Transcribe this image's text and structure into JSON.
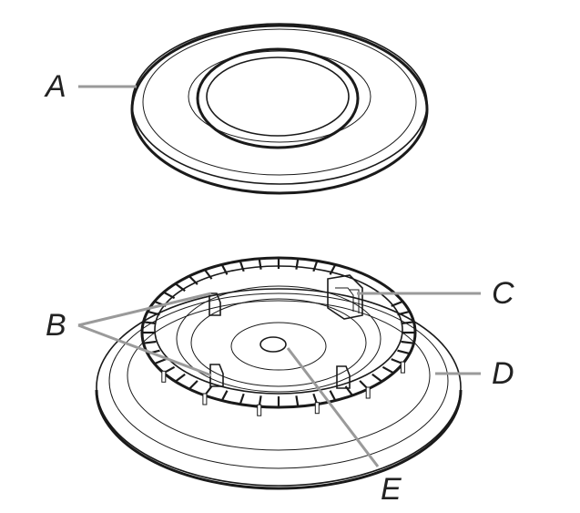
{
  "labels": {
    "a": "A",
    "b": "B",
    "c": "C",
    "d": "D",
    "e": "E"
  },
  "colors": {
    "ink": "#1a1a1a",
    "leader": "#9a9a9a",
    "background": "#ffffff"
  }
}
